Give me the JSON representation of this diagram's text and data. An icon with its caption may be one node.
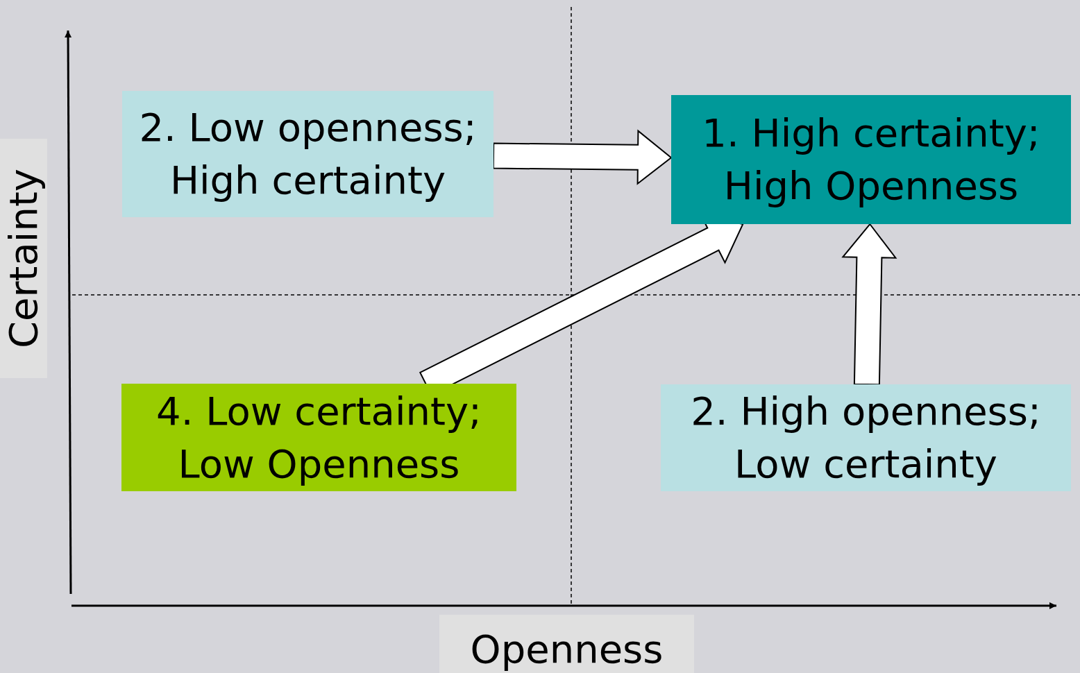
{
  "diagram": {
    "nodes": [
      {
        "text": [
          "2. Low openness; High certainty"
        ]
      },
      {
        "text": [
          "1. High certainty; High Openness"
        ]
      },
      {
        "text": [
          "4. Low certainty; Low Openness"
        ]
      },
      {
        "text": [
          "2. High openness; Low certainty"
        ]
      }
    ],
    "edges": [
      {
        "from": 0,
        "to": 1,
        "arrow": "to"
      },
      {
        "from": 2,
        "to": 1,
        "arrow": "to"
      },
      {
        "from": 3,
        "to": 1,
        "arrow": "to"
      }
    ],
    "labels": [
      "Certainty",
      "Openness"
    ]
  }
}
